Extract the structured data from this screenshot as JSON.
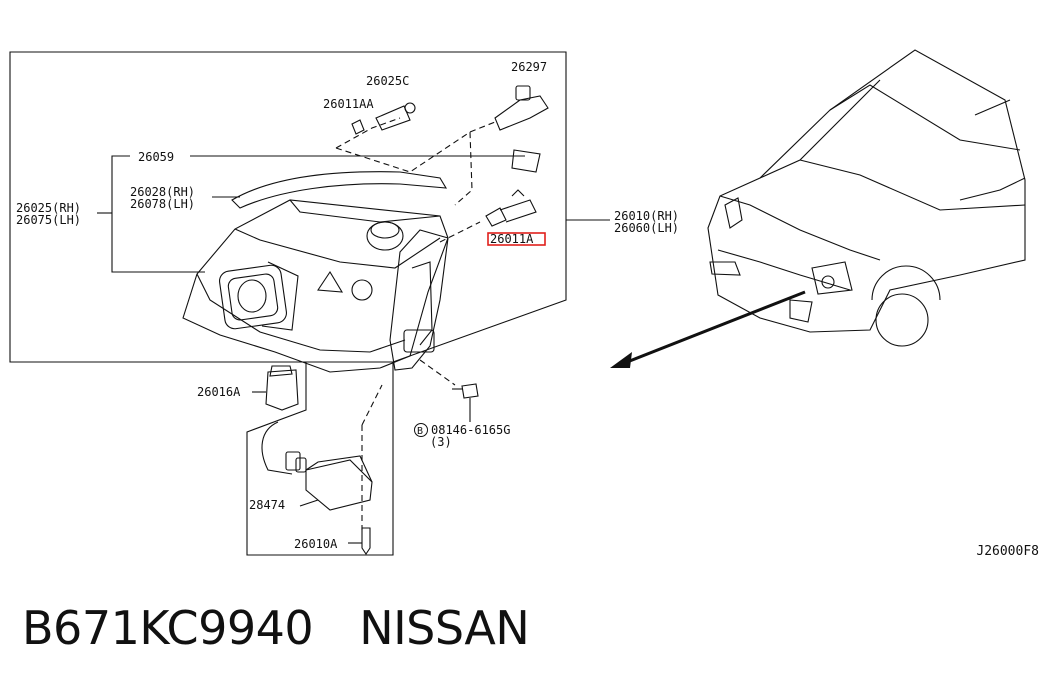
{
  "labels": {
    "p26025C": "26025C",
    "p26297": "26297",
    "p26011AA": "26011AA",
    "p26059": "26059",
    "p26028rh": "26028(RH)",
    "p26078lh": "26078(LH)",
    "p26025rh": "26025(RH)",
    "p26075lh": "26075(LH)",
    "p26011A": "26011A",
    "p26010rh": "26010(RH)",
    "p26060lh": "26060(LH)",
    "p26016A": "26016A",
    "bolt_circle": "B",
    "bolt_part": "08146-6165G",
    "bolt_qty": "(3)",
    "p28474": "28474",
    "p26010A": "26010A"
  },
  "colors": {
    "highlight": "#e0201c",
    "line": "#111111"
  },
  "diagram_ref": "J26000F8",
  "footer": {
    "part_number": "B671KC9940",
    "brand": "NISSAN"
  }
}
